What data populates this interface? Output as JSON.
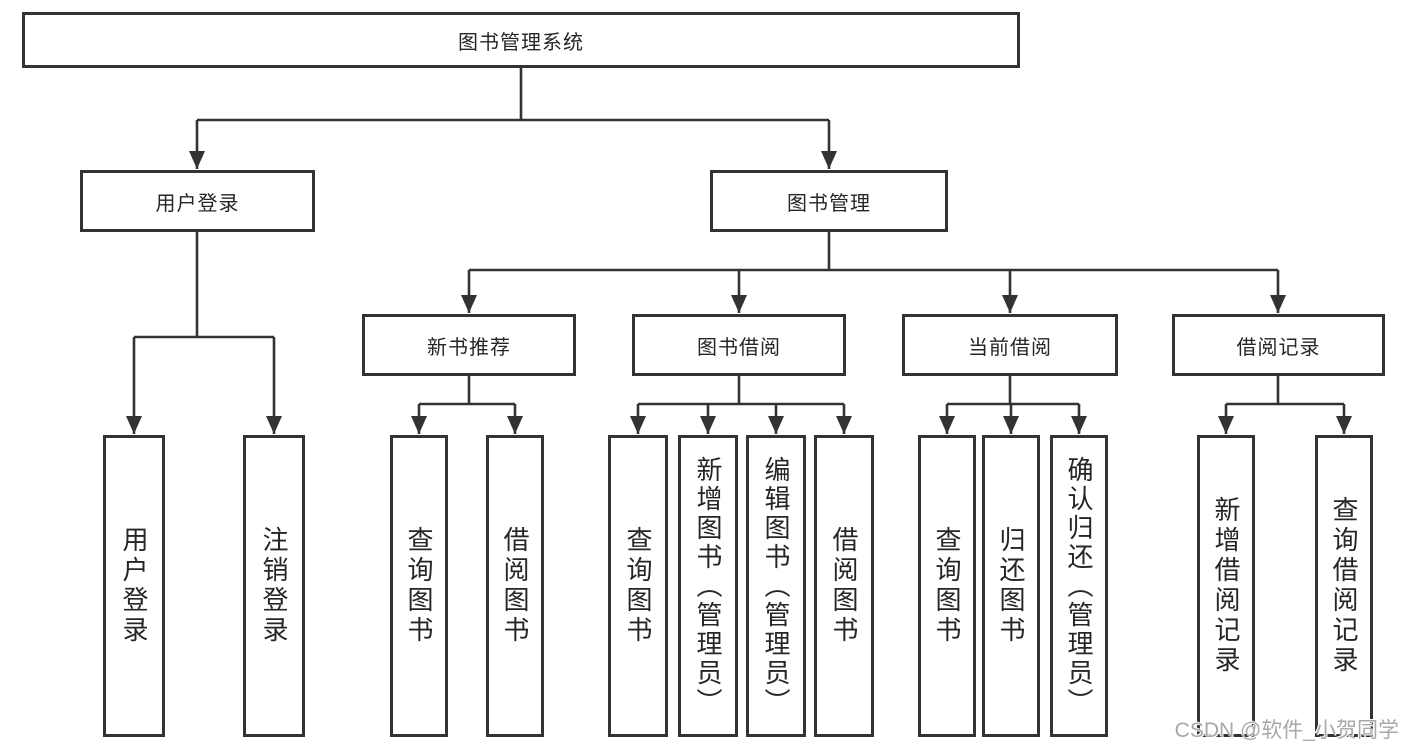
{
  "tree": {
    "root": "图书管理系统",
    "level2": {
      "user_login": "用户登录",
      "book_management": "图书管理"
    },
    "level3": {
      "new_book_recommend": "新书推荐",
      "book_borrow": "图书借阅",
      "current_borrow": "当前借阅",
      "borrow_records": "借阅记录"
    },
    "leaves": {
      "user_login_login": "用户登录",
      "user_login_logout": "注销登录",
      "new_book_query": "查询图书",
      "new_book_borrow": "借阅图书",
      "borrow_query": "查询图书",
      "borrow_add": "新增图书（管理员）",
      "borrow_edit": "编辑图书（管理员）",
      "borrow_borrow": "借阅图书",
      "current_query": "查询图书",
      "current_return": "归还图书",
      "current_confirm": "确认归还（管理员）",
      "records_add": "新增借阅记录",
      "records_query": "查询借阅记录"
    }
  },
  "watermark": "CSDN @软件_小贺同学",
  "colors": {
    "line": "#333333",
    "text": "#262626",
    "box_bg": "#ffffff",
    "watermark": "#a8a8a8"
  }
}
